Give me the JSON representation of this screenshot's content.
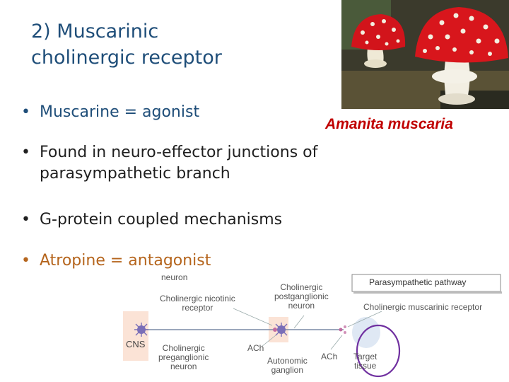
{
  "title": {
    "line1": "2) Muscarinic",
    "line2": "cholinergic receptor"
  },
  "bullets": [
    "Muscarine = agonist",
    "Found in neuro-effector junctions of",
    "parasympathetic branch",
    "G-protein coupled mechanisms",
    "Atropine = antagonist"
  ],
  "bullet_char": "•",
  "photo_caption": "Amanita muscaria",
  "diagram": {
    "neuron_top": "neuron",
    "nicotinic_1": "Cholinergic nicotinic",
    "nicotinic_2": "receptor",
    "postgang_1": "Cholinergic",
    "postgang_2": "postganglionic",
    "postgang_3": "neuron",
    "pathway_box": "Parasympathetic pathway",
    "muscarinic": "Cholinergic muscarinic receptor",
    "cns": "CNS",
    "pregang_1": "Cholinergic",
    "pregang_2": "preganglionic",
    "pregang_3": "neuron",
    "ach_1": "ACh",
    "ganglion_1": "Autonomic",
    "ganglion_2": "ganglion",
    "ach_2": "ACh",
    "target_1": "Target",
    "target_2": "tissue"
  },
  "colors": {
    "title": "#1f4e79",
    "atropine": "#b5651d",
    "caption": "#c00000",
    "circle": "#7030a0"
  }
}
